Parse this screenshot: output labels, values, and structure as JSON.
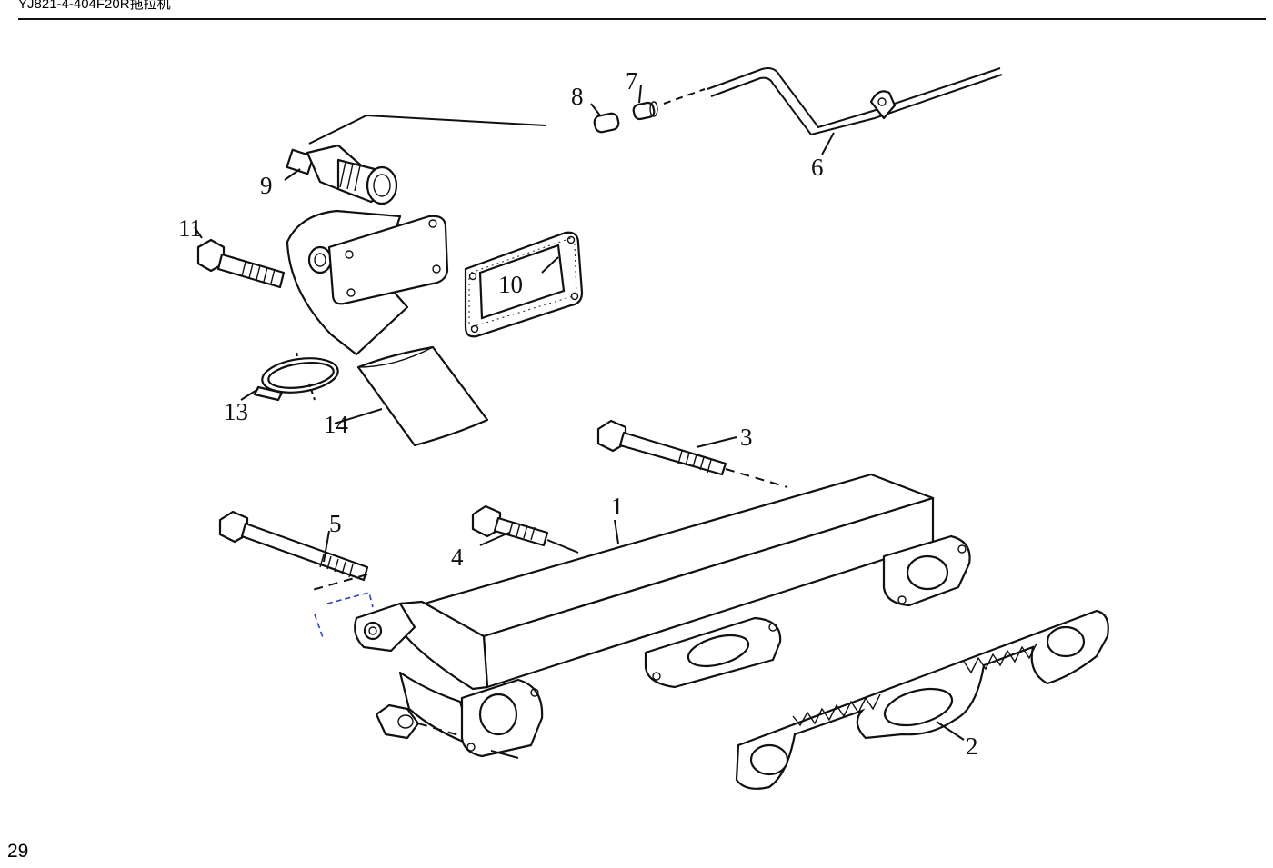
{
  "header": {
    "text": "YJ821-4-404F20R拖拉机"
  },
  "page_number": "29",
  "callouts": [
    {
      "id": "1",
      "text": "1"
    },
    {
      "id": "2",
      "text": "2"
    },
    {
      "id": "3",
      "text": "3"
    },
    {
      "id": "4",
      "text": "4"
    },
    {
      "id": "5",
      "text": "5"
    },
    {
      "id": "6",
      "text": "6"
    },
    {
      "id": "7",
      "text": "7"
    },
    {
      "id": "8",
      "text": "8"
    },
    {
      "id": "9",
      "text": "9"
    },
    {
      "id": "10",
      "text": "10"
    },
    {
      "id": "11",
      "text": "11"
    },
    {
      "id": "13",
      "text": "13"
    },
    {
      "id": "14",
      "text": "14"
    }
  ]
}
